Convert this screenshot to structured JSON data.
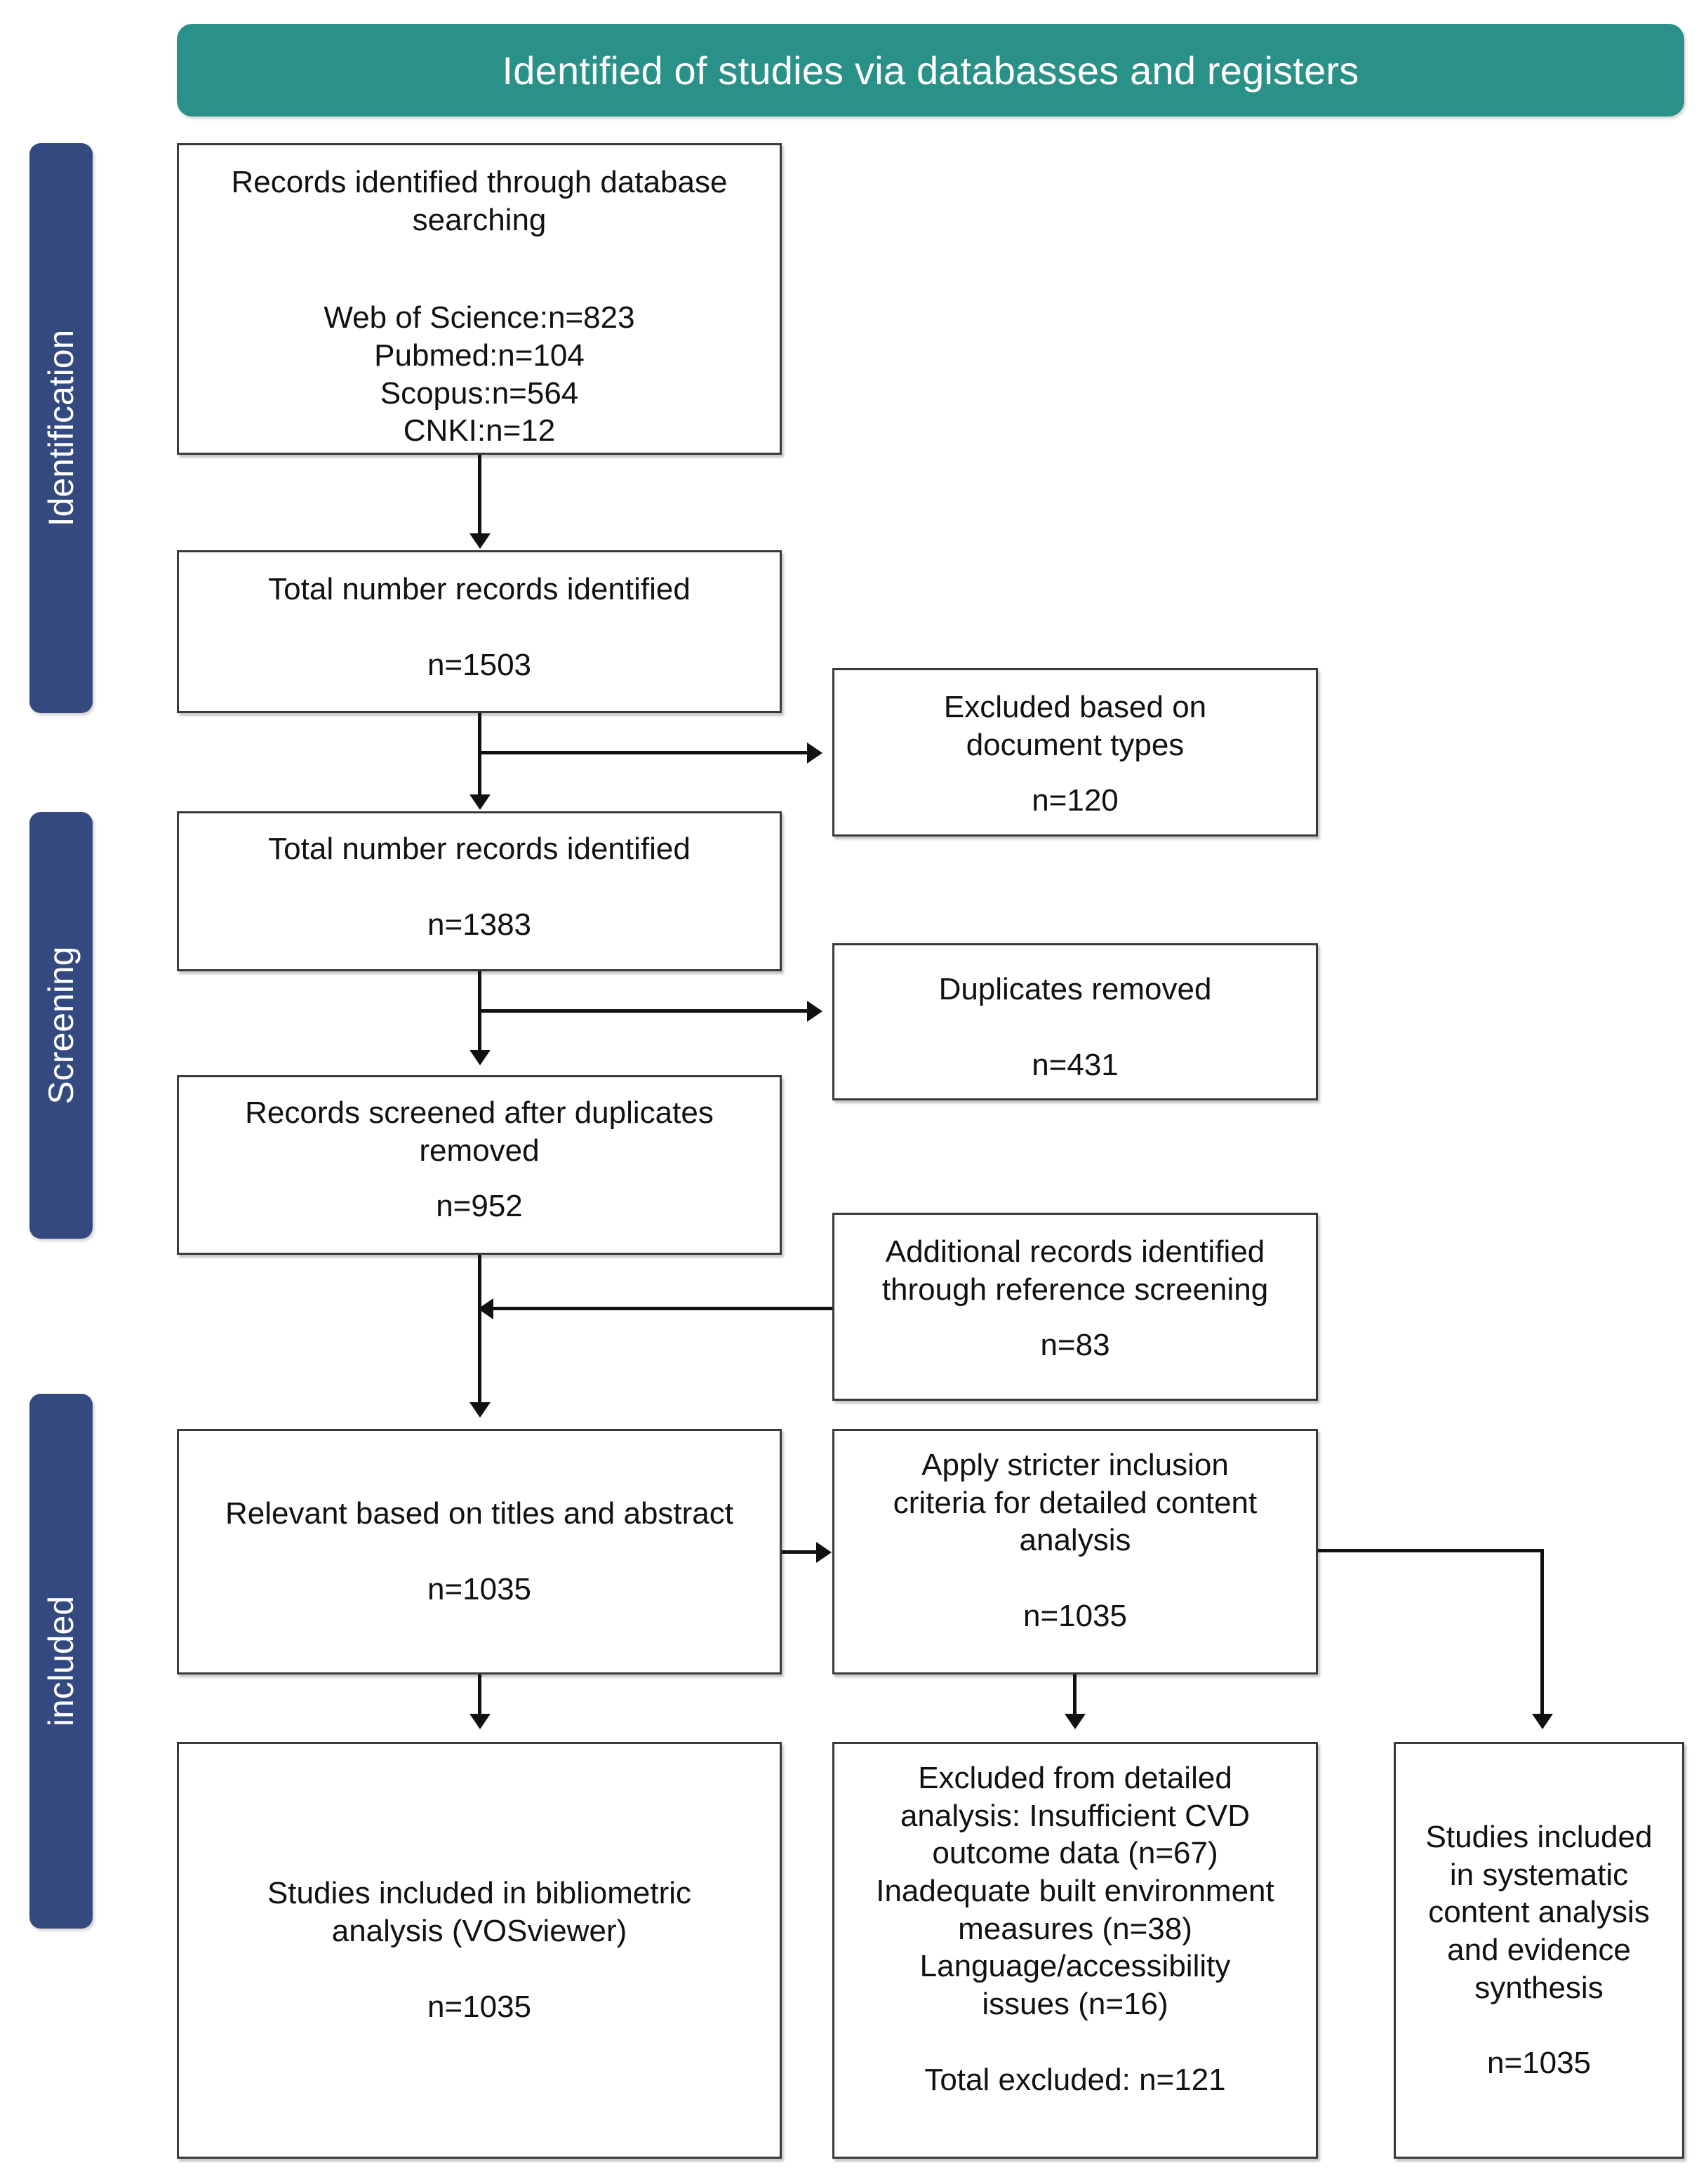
{
  "banner": {
    "title": "Identified of studies via databasses and registers",
    "color": "#2a9189"
  },
  "rails": {
    "color": "#33497f",
    "items": [
      {
        "label": "Identification"
      },
      {
        "label": "Screening"
      },
      {
        "label": "included"
      }
    ]
  },
  "boxes": {
    "db_search": {
      "title_line1": "Records identified through database",
      "title_line2": "searching",
      "sources": [
        "Web of Science:n=823",
        "Pubmed:n=104",
        "Scopus:n=564",
        "CNKI:n=12"
      ]
    },
    "total_1503": {
      "title": "Total number records identified",
      "count": "n=1503"
    },
    "excluded_doctypes": {
      "title_line1": "Excluded based on",
      "title_line2": "document types",
      "count": "n=120"
    },
    "total_1383": {
      "title": "Total number records identified",
      "count": "n=1383"
    },
    "duplicates_removed": {
      "title": "Duplicates removed",
      "count": "n=431"
    },
    "screened_952": {
      "title_line1": "Records screened after duplicates",
      "title_line2": "removed",
      "count": "n=952"
    },
    "additional_83": {
      "title_line1": "Additional records identified",
      "title_line2": "through reference screening",
      "count": "n=83"
    },
    "relevant_1035": {
      "title": "Relevant based on titles and abstract",
      "count": "n=1035"
    },
    "stricter_criteria": {
      "title_line1": "Apply stricter inclusion",
      "title_line2": "criteria for detailed content",
      "title_line3": "analysis",
      "count": "n=1035"
    },
    "bibliometric": {
      "title_line1": "Studies included in bibliometric",
      "title_line2": "analysis (VOSviewer)",
      "count": "n=1035"
    },
    "excluded_detailed": {
      "line1": "Excluded from detailed",
      "line2": "analysis: Insufficient CVD",
      "line3": "outcome data (n=67)",
      "line4": "Inadequate built environment",
      "line5": "measures (n=38)",
      "line6": "Language/accessibility",
      "line7": "issues (n=16)",
      "total": "Total excluded: n=121"
    },
    "systematic": {
      "title_line1": "Studies included",
      "title_line2": "in systematic",
      "title_line3": "content analysis",
      "title_line4": "and evidence",
      "title_line5": "synthesis",
      "count": "n=1035"
    }
  }
}
